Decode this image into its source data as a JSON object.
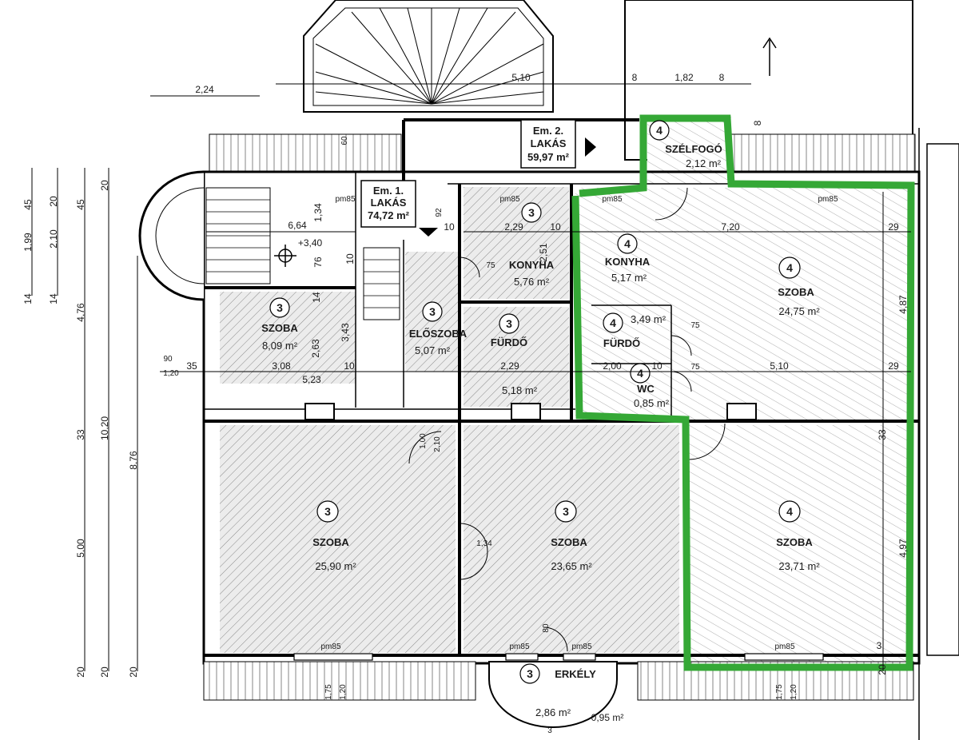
{
  "apartments": [
    {
      "title": "Em. 1.",
      "name": "LAKÁS",
      "area": "74,72 m²"
    },
    {
      "title": "Em. 2.",
      "name": "LAKÁS",
      "area": "59,97 m²"
    }
  ],
  "rooms": [
    {
      "id": "szoba-small",
      "num": "3",
      "name": "SZOBA",
      "area": "8,09 m²"
    },
    {
      "id": "eloszoba",
      "num": "3",
      "name": "ELŐSZOBA",
      "area": "5,07 m²"
    },
    {
      "id": "konyha1",
      "num": "3",
      "name": "KONYHA",
      "area": "5,76 m²"
    },
    {
      "id": "furdo1",
      "num": "3",
      "name": "FÜRDŐ",
      "area": "5,18 m²"
    },
    {
      "id": "szoba-big1",
      "num": "3",
      "name": "SZOBA",
      "area": "25,90 m²"
    },
    {
      "id": "szoba-big2",
      "num": "3",
      "name": "SZOBA",
      "area": "23,65 m²"
    },
    {
      "id": "erkely",
      "num": "3",
      "name": "ERKÉLY",
      "area": "2,86 m²"
    },
    {
      "id": "konyha2",
      "num": "4",
      "name": "KONYHA",
      "area": "5,17 m²"
    },
    {
      "id": "szoba-top2",
      "num": "4",
      "name": "SZOBA",
      "area": "24,75 m²"
    },
    {
      "id": "furdo2",
      "num": "4",
      "name": "FÜRDŐ",
      "area": "3,49 m²"
    },
    {
      "id": "wc2",
      "num": "4",
      "name": "WC",
      "area": "0,85 m²"
    },
    {
      "id": "szelfogo",
      "num": "4",
      "name": "SZÉLFOGÓ",
      "area": "2,12 m²"
    },
    {
      "id": "szoba-big3",
      "num": "4",
      "name": "SZOBA",
      "area": "23,71 m²"
    }
  ],
  "dims": {
    "d224": "2,24",
    "d510top": "5,10",
    "d182": "1,82",
    "d8a": "8",
    "d8b": "8",
    "d8c": "8",
    "d664": "6,64",
    "d340": "+3,40",
    "d134": "1,34",
    "d76": "76",
    "d10a": "10",
    "d10b": "10",
    "d10c": "10",
    "d10d": "10",
    "d10e": "10",
    "d229a": "2,29",
    "d229b": "2,29",
    "d720": "7,20",
    "d29a": "29",
    "d29b": "29",
    "d308": "3,08",
    "d35": "35",
    "d523": "5,23",
    "d200": "2,00",
    "d510mid": "5,10",
    "d487": "4,87",
    "d497": "4,97",
    "d33a": "33",
    "d33b": "33",
    "d3": "3",
    "d251": "2,51",
    "d263": "2,63",
    "d343": "3,43",
    "d14": "14",
    "d090": "90",
    "d120": "1,20",
    "d060": "60",
    "d075a": "75",
    "d075b": "75",
    "d075c": "75",
    "d100": "1,00",
    "d210": "2,10",
    "d134b": "1,34",
    "d095": "0,95 m²",
    "d175a": "1,75",
    "d120a": "1,20",
    "d175b": "1,75",
    "d120b": "1,20",
    "d3b": "3",
    "d92": "92",
    "d80": "80",
    "d20bot": "20"
  },
  "left_dims": {
    "a45": "45",
    "a199": "1,99",
    "a14": "14",
    "b20": "20",
    "b210": "2,10",
    "b14": "14",
    "c45": "45",
    "c476": "4,76",
    "c33": "33",
    "c500": "5,00",
    "c20": "20",
    "d20": "20",
    "d1020": "10,20",
    "d20b": "20",
    "e876": "8,76",
    "e20": "20"
  },
  "labels": {
    "pm85": "pm85"
  }
}
